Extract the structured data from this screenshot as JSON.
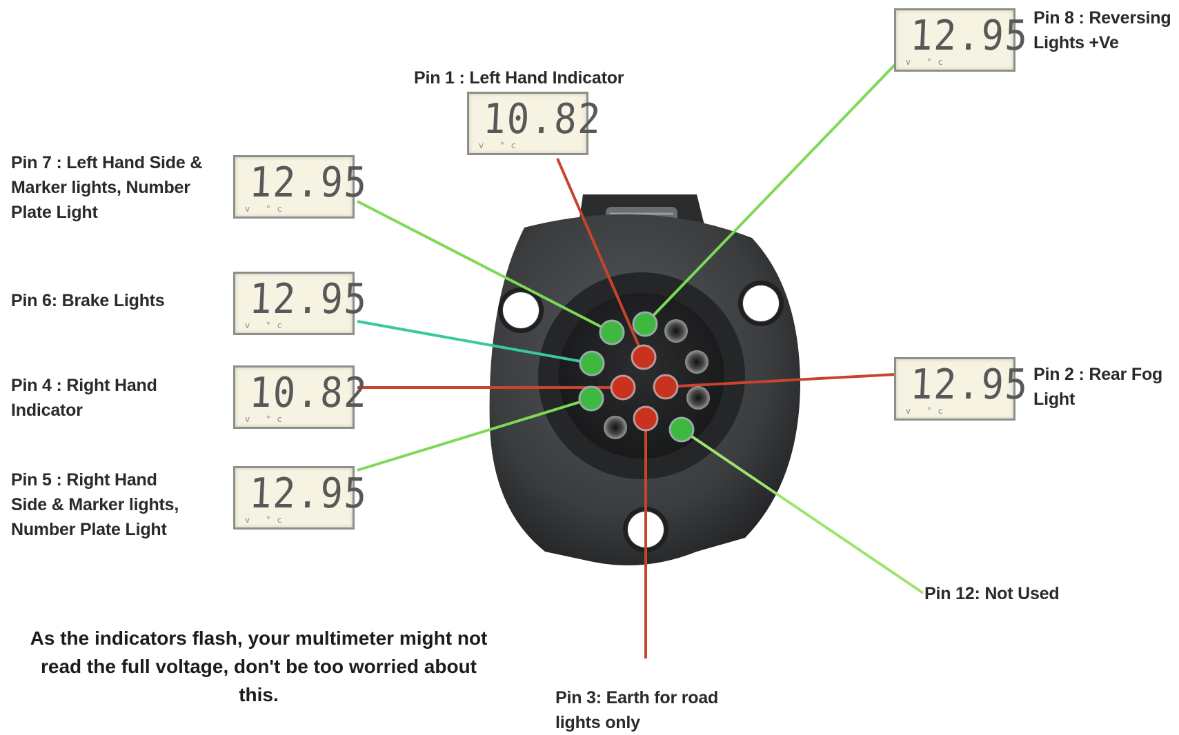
{
  "pins": {
    "pin1": {
      "label": "Pin 1 : Left Hand Indicator",
      "reading": "10.82"
    },
    "pin8": {
      "label": "Pin 8 : Reversing\nLights +Ve",
      "reading": "12.95"
    },
    "pin7": {
      "label": "Pin 7 : Left Hand Side &\nMarker lights, Number\nPlate Light",
      "reading": "12.95"
    },
    "pin6": {
      "label": "Pin 6: Brake Lights",
      "reading": "12.95"
    },
    "pin4": {
      "label": "Pin 4 : Right Hand\nIndicator",
      "reading": "10.82"
    },
    "pin5": {
      "label": "Pin 5 : Right Hand\nSide & Marker lights,\nNumber Plate Light",
      "reading": "12.95"
    },
    "pin2": {
      "label": "Pin 2 : Rear Fog\nLight",
      "reading": "12.95"
    },
    "pin12": {
      "label": "Pin 12: Not Used"
    },
    "pin3": {
      "label": "Pin 3: Earth for road\nlights only"
    }
  },
  "note": "As the indicators flash, your multimeter might not read the full voltage, don't be too worried about this.",
  "colors": {
    "line_green": "#7ed957",
    "line_red": "#c8442c",
    "pin_green": "#3fb83f",
    "pin_red": "#c8321e",
    "connector": "#3b3d3f"
  }
}
